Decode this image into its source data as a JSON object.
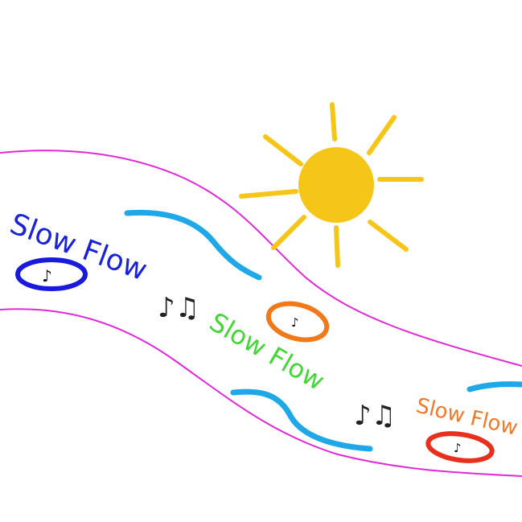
{
  "labels": {
    "blue": "Slow Flow",
    "green": "Slow Flow",
    "orange": "Slow Flow"
  },
  "notes": {
    "group": "♪♫",
    "single": "♪"
  },
  "colors": {
    "river_edge": "#e02ad6",
    "water": "#1ea8e8",
    "sun": "#f5c518",
    "blue_text": "#1a22d8",
    "green_text": "#44d636",
    "orange_text": "#ee7a2a",
    "orange_ring": "#f07a1a",
    "red_ring": "#e8301e"
  }
}
